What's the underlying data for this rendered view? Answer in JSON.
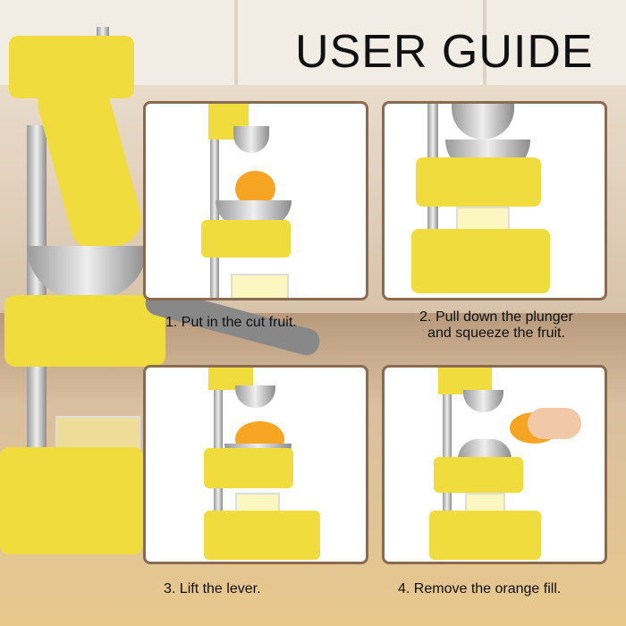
{
  "title": "USER GUIDE",
  "steps": [
    {
      "label": "1. Put in the cut fruit."
    },
    {
      "label": "2. Pull down the plunger",
      "label2": "and squeeze the fruit."
    },
    {
      "label": "3. Lift the lever."
    },
    {
      "label": "4. Remove the orange fill."
    }
  ],
  "colors": {
    "juicer_yellow": "#f0dc3c",
    "panel_border": "#8b6a52"
  }
}
